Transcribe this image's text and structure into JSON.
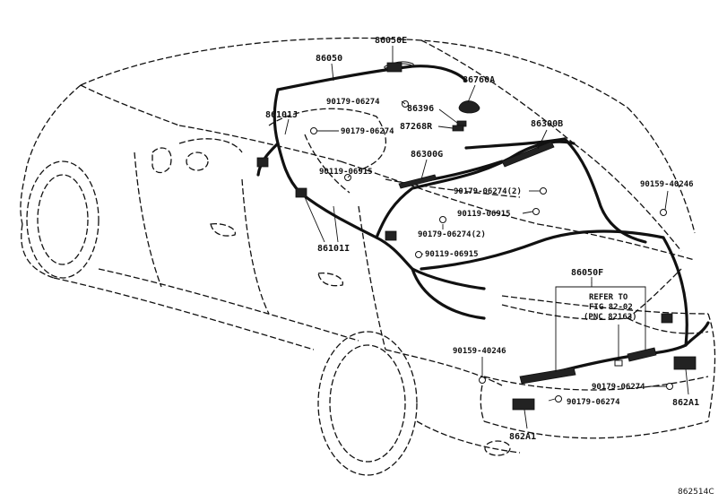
{
  "labels": {
    "l86050E": "86050E",
    "l86050": "86050",
    "l86760A": "86760A",
    "l86396": "86396",
    "l87268R": "87268R",
    "l86101J": "86101J",
    "l86300B": "86300B",
    "l86300G": "86300G",
    "l86101I": "86101I",
    "l86050F": "86050F",
    "l862A1_right": "862A1",
    "l862A1_bottom": "862A1",
    "l90179_a": "90179-06274",
    "l90179_b": "90179-06274",
    "l90119_a": "90119-06915",
    "l90179_c": "90179-06274(2)",
    "l90119_b": "90119-06915",
    "l90179_d": "90179-06274(2)",
    "l90119_c": "90119-06915",
    "l90159_right": "90159-40246",
    "l90159_left": "90159-40246",
    "l90179_e": "90179-06274",
    "l90179_f": "90179-06274",
    "refer_line1": "REFER TO",
    "refer_line2": "FIG 82-02",
    "refer_line3": "(PNC 82163)",
    "figure_code": "862514C"
  }
}
